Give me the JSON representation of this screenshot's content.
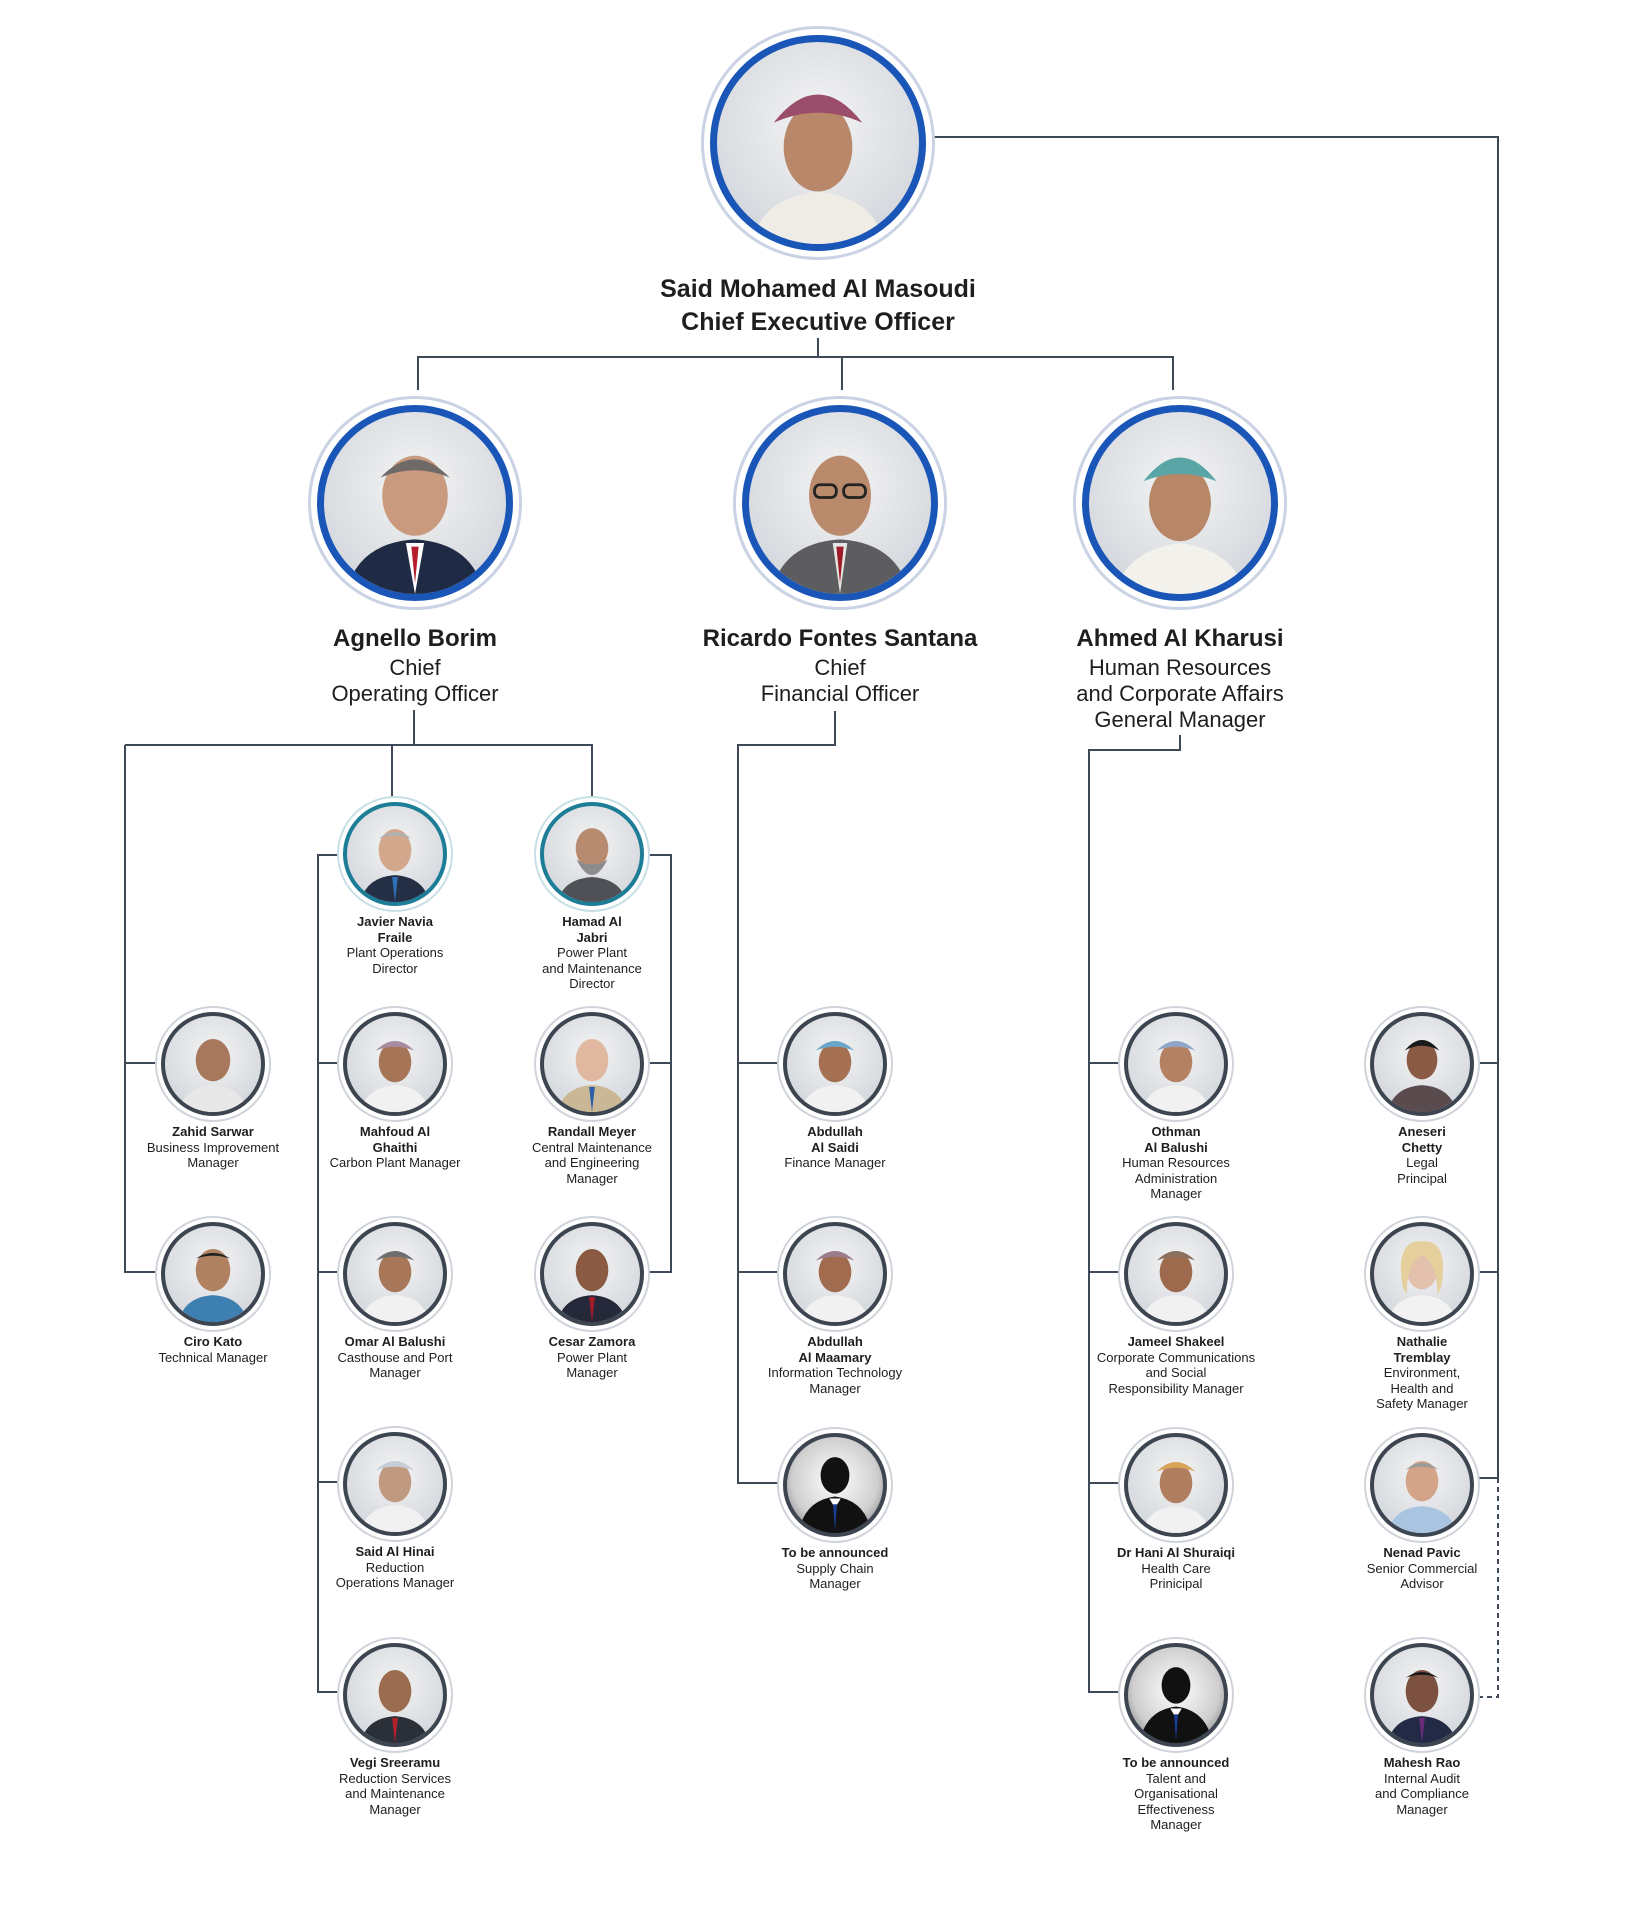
{
  "ceo": {
    "name": "Said Mohamed Al Masoudi",
    "title": "Chief Executive Officer"
  },
  "executives": [
    {
      "name": "Agnello Borim",
      "title": "Chief\nOperating Officer"
    },
    {
      "name": "Ricardo Fontes Santana",
      "title": "Chief\nFinancial Officer"
    },
    {
      "name": "Ahmed Al Kharusi",
      "title": "Human Resources\nand Corporate Affairs\nGeneral Manager"
    }
  ],
  "coo_reports": {
    "left": [
      {
        "name": "Zahid Sarwar",
        "title": "Business Improvement\nManager"
      },
      {
        "name": "Ciro Kato",
        "title": "Technical Manager"
      }
    ],
    "middle": [
      {
        "name": "Javier Navia\nFraile",
        "title": "Plant Operations\nDirector"
      },
      {
        "name": "Mahfoud Al\nGhaithi",
        "title": "Carbon Plant Manager"
      },
      {
        "name": "Omar Al Balushi",
        "title": "Casthouse and Port\nManager"
      },
      {
        "name": "Said Al Hinai",
        "title": "Reduction\nOperations Manager"
      },
      {
        "name": "Vegi Sreeramu",
        "title": "Reduction Services\nand Maintenance\nManager"
      }
    ],
    "right": [
      {
        "name": "Hamad Al\nJabri",
        "title": "Power Plant\nand Maintenance\nDirector"
      },
      {
        "name": "Randall Meyer",
        "title": "Central Maintenance\nand Engineering\nManager"
      },
      {
        "name": "Cesar Zamora",
        "title": "Power Plant\nManager"
      }
    ]
  },
  "cfo_reports": [
    {
      "name": "Abdullah\nAl Saidi",
      "title": "Finance Manager"
    },
    {
      "name": "Abdullah\nAl Maamary",
      "title": "Information Technology\nManager"
    },
    {
      "name": "To be announced",
      "title": "Supply Chain\nManager"
    }
  ],
  "hr_reports": [
    {
      "name": "Othman\nAl Balushi",
      "title": "Human Resources\nAdministration\nManager"
    },
    {
      "name": "Jameel Shakeel",
      "title": "Corporate Communications\nand Social\nResponsibility Manager"
    },
    {
      "name": "Dr Hani Al Shuraiqi",
      "title": "Health Care\nPrinicipal"
    },
    {
      "name": "To be announced",
      "title": "Talent and\nOrganisational\nEffectiveness\nManager"
    }
  ],
  "ceo_direct_reports": [
    {
      "name": "Aneseri\nChetty",
      "title": "Legal\nPrincipal"
    },
    {
      "name": "Nathalie\nTremblay",
      "title": "Environment,\nHealth and\nSafety Manager"
    },
    {
      "name": "Nenad Pavic",
      "title": "Senior Commercial\nAdvisor"
    },
    {
      "name": "Mahesh Rao",
      "title": "Internal Audit\nand Compliance\nManager"
    }
  ],
  "colors": {
    "line": "#3e4a57",
    "ring_blue": "#1a56b8",
    "ring_dark": "#3c4550",
    "ring_teal": "#1d7d97"
  }
}
